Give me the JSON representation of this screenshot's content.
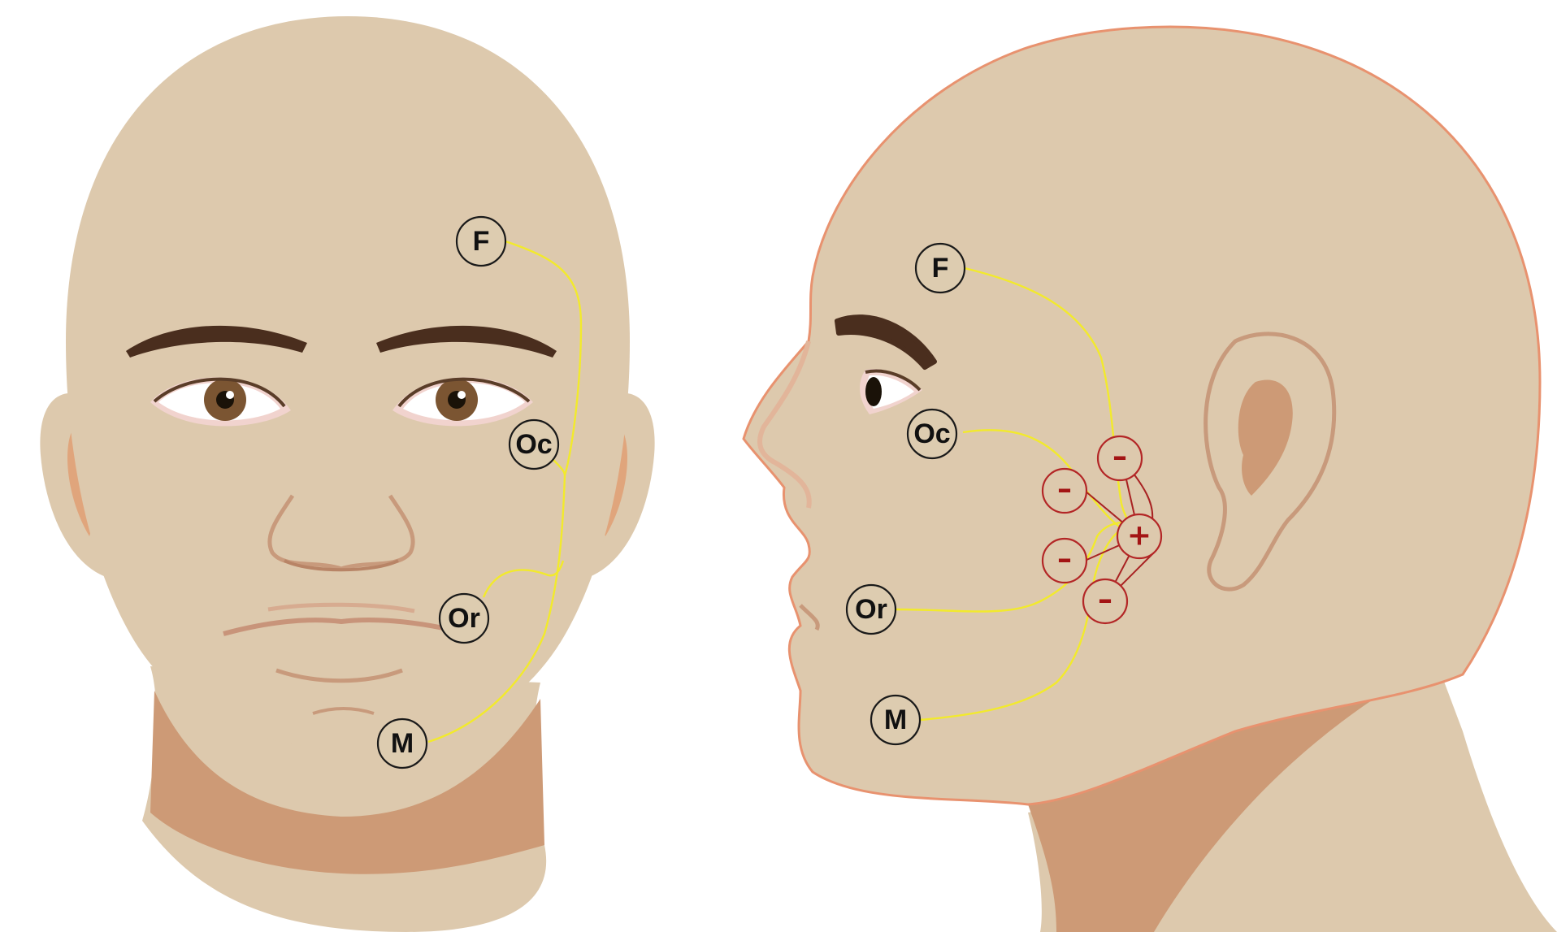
{
  "colors": {
    "skin": "#ddc9ad",
    "skin_shadow": "#cd9a76",
    "skin_outline": "#e8926f",
    "wire": "#f2ea2c",
    "reference": "#b32626",
    "brow": "#4a2e1e",
    "iris": "#7b5532"
  },
  "frontal_view": {
    "labels": {
      "F": "F",
      "Oc": "Oc",
      "Or": "Or",
      "M": "M"
    }
  },
  "lateral_view": {
    "labels": {
      "F": "F",
      "Oc": "Oc",
      "Or": "Or",
      "M": "M"
    },
    "reference_poles": {
      "active": "+",
      "negative_1": "–",
      "negative_2": "–",
      "negative_3": "–",
      "negative_4": "–"
    }
  }
}
